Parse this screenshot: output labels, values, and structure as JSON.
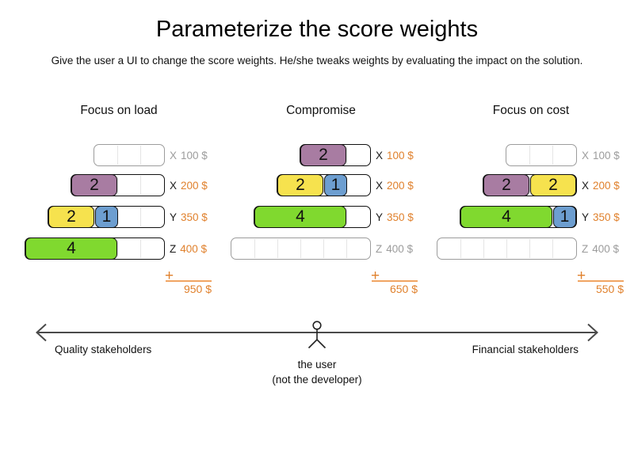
{
  "title": "Parameterize the score weights",
  "subtitle": "Give the user a UI to change the score weights. He/she tweaks weights by evaluating the impact on the solution.",
  "palette": {
    "purple": "#a87ca2",
    "yellow": "#f6e24e",
    "blue": "#6d9ed0",
    "green": "#80d92f",
    "orange": "#e0812d",
    "orange_light": "#f0a462",
    "inactive_gray": "#9c9c9c",
    "axis_gray": "#4a4a4a"
  },
  "panels": [
    {
      "name": "focus-on-load",
      "heading": "Focus on load",
      "rows": [
        {
          "letter": "X",
          "amount": "100 $",
          "cells": 3,
          "blocks": []
        },
        {
          "letter": "X",
          "amount": "200 $",
          "cells": 4,
          "blocks": [
            {
              "value": "2",
              "color": "purple",
              "cells": 2
            }
          ]
        },
        {
          "letter": "Y",
          "amount": "350 $",
          "cells": 5,
          "blocks": [
            {
              "value": "2",
              "color": "yellow",
              "cells": 2
            },
            {
              "value": "1",
              "color": "blue",
              "cells": 1
            }
          ]
        },
        {
          "letter": "Z",
          "amount": "400 $",
          "cells": 6,
          "blocks": [
            {
              "value": "4",
              "color": "green",
              "cells": 4
            }
          ]
        }
      ],
      "plus_sign": "+",
      "total": "950 $"
    },
    {
      "name": "compromise",
      "heading": "Compromise",
      "rows": [
        {
          "letter": "X",
          "amount": "100 $",
          "cells": 3,
          "blocks": [
            {
              "value": "2",
              "color": "purple",
              "cells": 2
            }
          ]
        },
        {
          "letter": "X",
          "amount": "200 $",
          "cells": 4,
          "blocks": [
            {
              "value": "2",
              "color": "yellow",
              "cells": 2
            },
            {
              "value": "1",
              "color": "blue",
              "cells": 1
            }
          ]
        },
        {
          "letter": "Y",
          "amount": "350 $",
          "cells": 5,
          "blocks": [
            {
              "value": "4",
              "color": "green",
              "cells": 4
            }
          ]
        },
        {
          "letter": "Z",
          "amount": "400 $",
          "cells": 6,
          "blocks": []
        }
      ],
      "plus_sign": "+",
      "total": "650 $"
    },
    {
      "name": "focus-on-cost",
      "heading": "Focus on cost",
      "rows": [
        {
          "letter": "X",
          "amount": "100 $",
          "cells": 3,
          "blocks": []
        },
        {
          "letter": "X",
          "amount": "200 $",
          "cells": 4,
          "blocks": [
            {
              "value": "2",
              "color": "purple",
              "cells": 2
            },
            {
              "value": "2",
              "color": "yellow",
              "cells": 2
            }
          ]
        },
        {
          "letter": "Y",
          "amount": "350 $",
          "cells": 5,
          "blocks": [
            {
              "value": "4",
              "color": "green",
              "cells": 4
            },
            {
              "value": "1",
              "color": "blue",
              "cells": 1
            }
          ]
        },
        {
          "letter": "Z",
          "amount": "400 $",
          "cells": 6,
          "blocks": []
        }
      ],
      "plus_sign": "+",
      "total": "550 $"
    }
  ],
  "axis": {
    "left_label": "Quality stakeholders",
    "right_label": "Financial stakeholders",
    "user_label_line1": "the user",
    "user_label_line2": "(not the developer)"
  }
}
